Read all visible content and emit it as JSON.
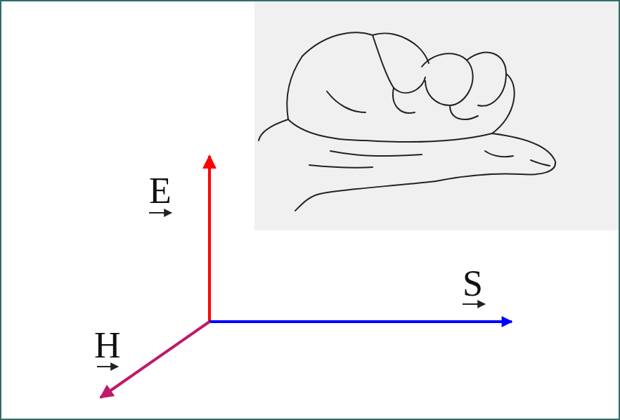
{
  "diagram": {
    "labels": [
      "E",
      "S",
      "H"
    ]
  }
}
